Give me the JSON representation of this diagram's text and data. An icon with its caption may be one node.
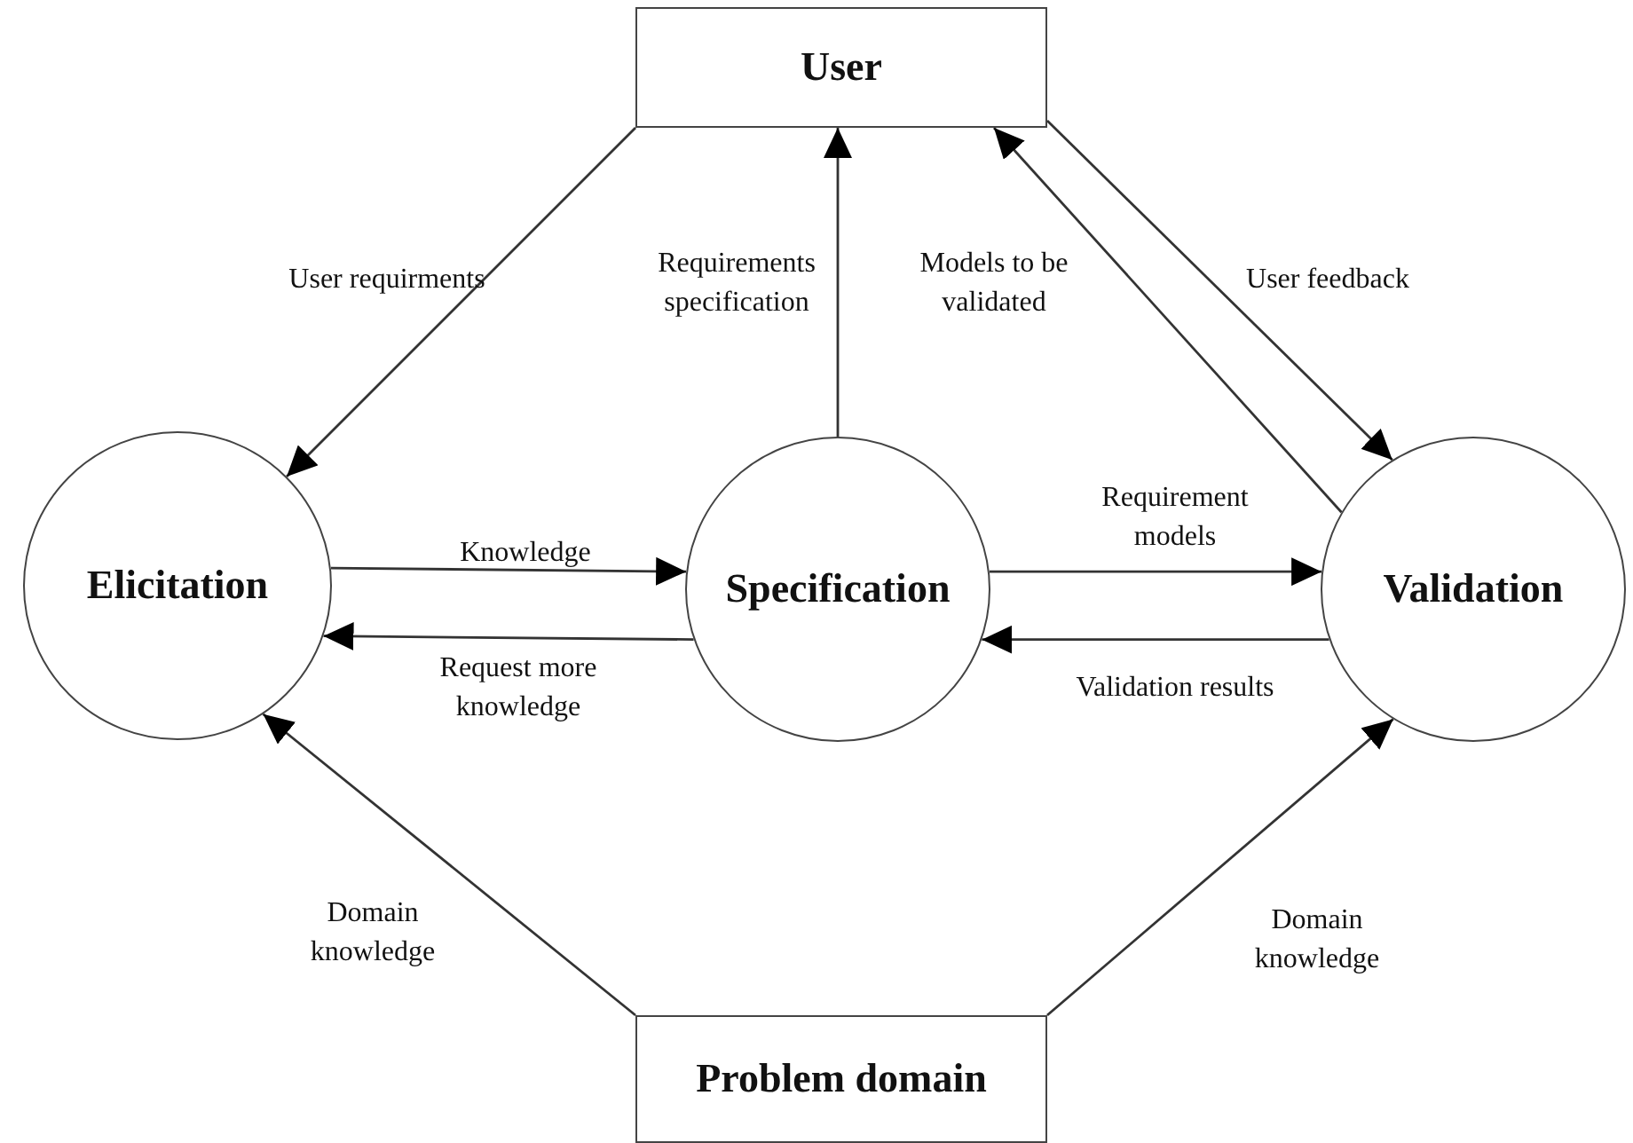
{
  "diagram": {
    "nodes": [
      {
        "text": [
          "User"
        ]
      },
      {
        "text": [
          "Elicitation"
        ]
      },
      {
        "text": [
          "Specification"
        ]
      },
      {
        "text": [
          "Validation"
        ]
      },
      {
        "text": [
          "Problem domain"
        ]
      }
    ],
    "edges": [
      {
        "from": 0,
        "to": 1,
        "arrow": "to",
        "label": "User requirments"
      },
      {
        "from": 2,
        "to": 0,
        "arrow": "to",
        "label": "Requirements specification"
      },
      {
        "from": 3,
        "to": 0,
        "arrow": "to",
        "label": "Models to be validated"
      },
      {
        "from": 0,
        "to": 3,
        "arrow": "to",
        "label": "User feedback"
      },
      {
        "from": 1,
        "to": 2,
        "arrow": "to",
        "label": "Knowledge"
      },
      {
        "from": 2,
        "to": 1,
        "arrow": "to",
        "label": "Request more knowledge"
      },
      {
        "from": 2,
        "to": 3,
        "arrow": "to",
        "label": "Requirement models"
      },
      {
        "from": 3,
        "to": 2,
        "arrow": "to",
        "label": "Validation results"
      },
      {
        "from": 4,
        "to": 1,
        "arrow": "to",
        "label": "Domain knowledge"
      },
      {
        "from": 4,
        "to": 3,
        "arrow": "to",
        "label": "Domain knowledge"
      }
    ]
  }
}
